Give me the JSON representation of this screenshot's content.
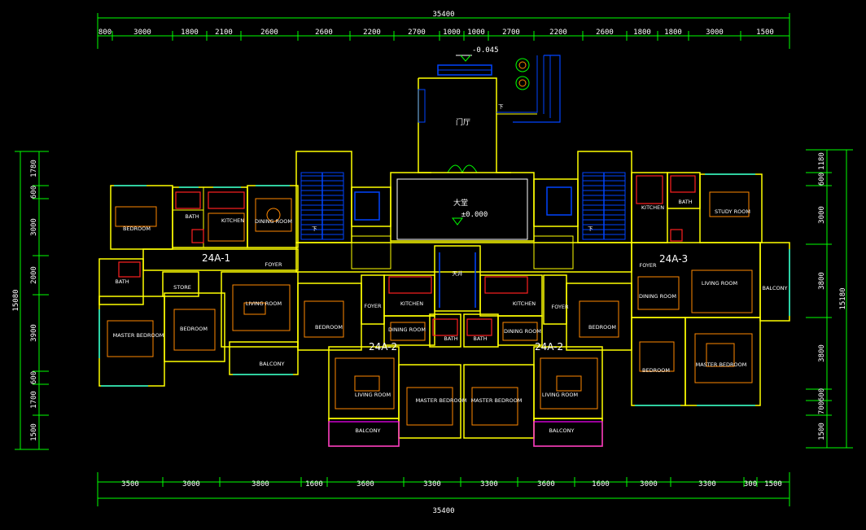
{
  "colors": {
    "dimension": "#00ff00",
    "wall": "#ffff00",
    "window": "#00ffff",
    "furniture": "#ff8800",
    "fixture": "#ff2020",
    "stair": "#0044ff",
    "partition": "#ff00ff",
    "text": "#ffffff"
  },
  "dimensions": {
    "top_total": "35400",
    "top_segments": [
      "800",
      "3000",
      "1800",
      "2100",
      "2600",
      "2600",
      "2200",
      "2700",
      "1000",
      "1000",
      "2700",
      "2200",
      "2600",
      "1800",
      "1800",
      "3000",
      "1500"
    ],
    "bottom_segments": [
      "3500",
      "3000",
      "3800",
      "1600",
      "3600",
      "3300",
      "3300",
      "3600",
      "1600",
      "3000",
      "3300",
      "300",
      "1500"
    ],
    "bottom_total": "35400",
    "left_segments": [
      "1780",
      "600",
      "3000",
      "2000",
      "3900",
      "600",
      "1700",
      "1500"
    ],
    "left_total": "15080",
    "right_segments": [
      "1180",
      "600",
      "3000",
      "3800",
      "3800",
      "600",
      "700",
      "1500"
    ],
    "right_total": "15180"
  },
  "levels": {
    "entry": "-0.045",
    "lobby": "±0.000"
  },
  "labels": {
    "entry_hall": "门厅",
    "lobby": "大堂",
    "lightwell": "天井",
    "down_marks": [
      "下",
      "下",
      "下"
    ],
    "unit_tags": [
      "24A-1",
      "24A-2",
      "24A-2",
      "24A-3"
    ],
    "rooms": [
      "BEDROOM",
      "BATH",
      "KITCHEN",
      "DINING ROOM",
      "FOYER",
      "BATH",
      "STORE",
      "LIVING ROOM",
      "MASTER BEDROOM",
      "BEDROOM",
      "BALCONY",
      "BEDROOM",
      "FOYER",
      "KITCHEN",
      "DINING ROOM",
      "BATH",
      "LIVING ROOM",
      "MASTER BEDROOM",
      "BALCONY",
      "MASTER BEDROOM",
      "BATH",
      "KITCHEN",
      "FOYER",
      "DINING ROOM",
      "BEDROOM",
      "LIVING ROOM",
      "BALCONY",
      "KITCHEN",
      "BATH",
      "STUDY ROOM",
      "FOYER",
      "DINING ROOM",
      "LIVING ROOM",
      "BALCONY",
      "BEDROOM",
      "MASTER BEDROOM"
    ]
  }
}
